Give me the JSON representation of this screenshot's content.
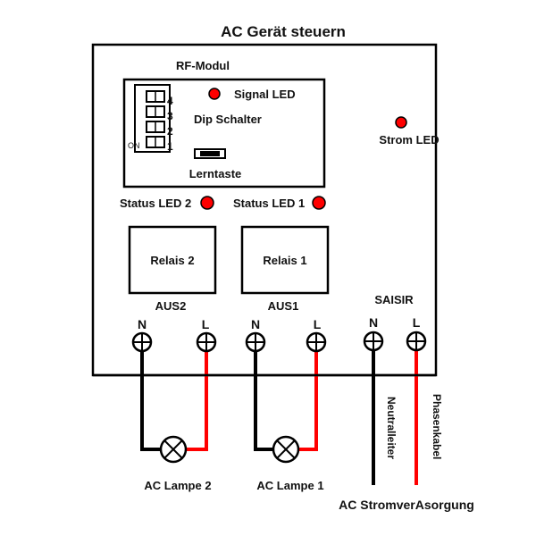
{
  "title": "AC Gerät steuern",
  "colors": {
    "line": "#000000",
    "phase": "#ff0000",
    "led": "#ff0000",
    "background": "#ffffff"
  },
  "rf_module": {
    "label": "RF-Modul",
    "signal_led_label": "Signal LED",
    "dip_switch_label": "Dip Schalter",
    "dip_switch_numbers": [
      "4",
      "3",
      "2",
      "1"
    ],
    "dip_on_label": "ON",
    "learn_button_label": "Lerntaste"
  },
  "power_led_label": "Strom LED",
  "status_leds": [
    {
      "label": "Status LED 2"
    },
    {
      "label": "Status LED 1"
    }
  ],
  "relays": [
    {
      "label": "Relais 2",
      "output_label": "AUS2"
    },
    {
      "label": "Relais 1",
      "output_label": "AUS1"
    }
  ],
  "input_label": "SAISIR",
  "terminals": [
    {
      "label": "N"
    },
    {
      "label": "L"
    },
    {
      "label": "N"
    },
    {
      "label": "L"
    },
    {
      "label": "N"
    },
    {
      "label": "L"
    }
  ],
  "lamps": [
    {
      "label": "AC Lampe 2"
    },
    {
      "label": "AC Lampe 1"
    }
  ],
  "power_supply": {
    "neutral_label": "Neutralleiter",
    "phase_label": "Phasenkabel",
    "label": "AC StromverAsorgung"
  }
}
